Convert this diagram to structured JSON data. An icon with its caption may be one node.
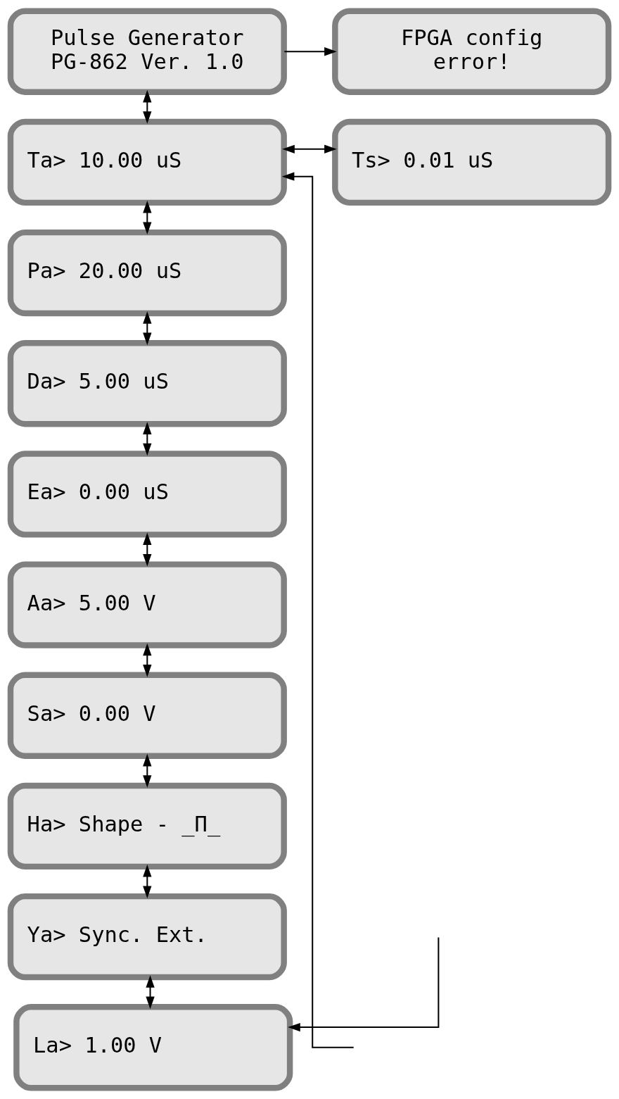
{
  "diagram": {
    "nodes": [
      {
        "text": [
          "Pulse Generator",
          "PG-862 Ver. 1.0"
        ]
      },
      {
        "text": [
          "FPGA config",
          "error!"
        ]
      },
      {
        "text": [
          "Ta> 10.00 uS"
        ]
      },
      {
        "text": [
          "Ts> 0.01 uS"
        ]
      },
      {
        "text": [
          "Pa> 20.00 uS"
        ]
      },
      {
        "text": [
          "Da> 5.00 uS"
        ]
      },
      {
        "text": [
          "Ea> 0.00 uS"
        ]
      },
      {
        "text": [
          "Aa> 5.00 V"
        ]
      },
      {
        "text": [
          "Sa> 0.00 V"
        ]
      },
      {
        "text": [
          "Ha> Shape - _Π_"
        ]
      },
      {
        "text": [
          "Ya> Sync. Ext."
        ]
      },
      {
        "text": [
          "La> 1.00 V"
        ]
      }
    ],
    "edges": [
      {
        "from": 0,
        "to": 1,
        "arrow": "to"
      },
      {
        "from": 0,
        "to": 2,
        "arrow": "both"
      },
      {
        "from": 2,
        "to": 3,
        "arrow": "both"
      },
      {
        "from": 2,
        "to": 4,
        "arrow": "both"
      },
      {
        "from": 4,
        "to": 5,
        "arrow": "both"
      },
      {
        "from": 5,
        "to": 6,
        "arrow": "both"
      },
      {
        "from": 6,
        "to": 7,
        "arrow": "both"
      },
      {
        "from": 7,
        "to": 8,
        "arrow": "both"
      },
      {
        "from": 8,
        "to": 9,
        "arrow": "both"
      },
      {
        "from": 9,
        "to": 10,
        "arrow": "both"
      },
      {
        "from": 10,
        "to": 11,
        "arrow": "both"
      },
      {
        "from": null,
        "to": 11,
        "arrow": "to"
      },
      {
        "from": null,
        "to": 2,
        "arrow": "to"
      }
    ]
  }
}
